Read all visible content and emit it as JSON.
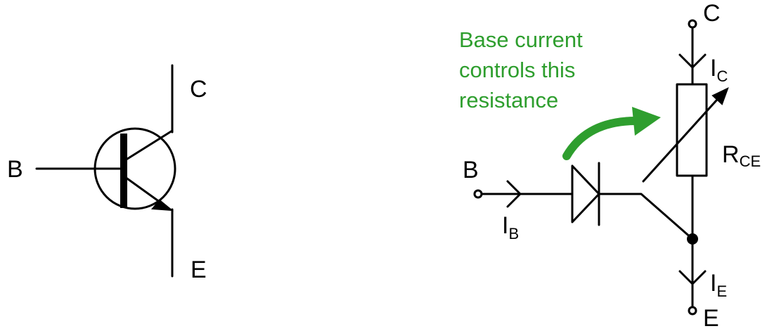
{
  "symbol": {
    "base_label": "B",
    "collector_label": "C",
    "emitter_label": "E"
  },
  "model": {
    "collector_label": "C",
    "base_label": "B",
    "emitter_label": "E",
    "ic_main": "I",
    "ic_sub": "C",
    "ib_main": "I",
    "ib_sub": "B",
    "ie_main": "I",
    "ie_sub": "E",
    "rce_main": "R",
    "rce_sub": "CE",
    "note_lines": [
      "Base current",
      "controls this",
      "resistance"
    ]
  },
  "colors": {
    "wire": "#000000",
    "note": "#2e9e2e"
  }
}
